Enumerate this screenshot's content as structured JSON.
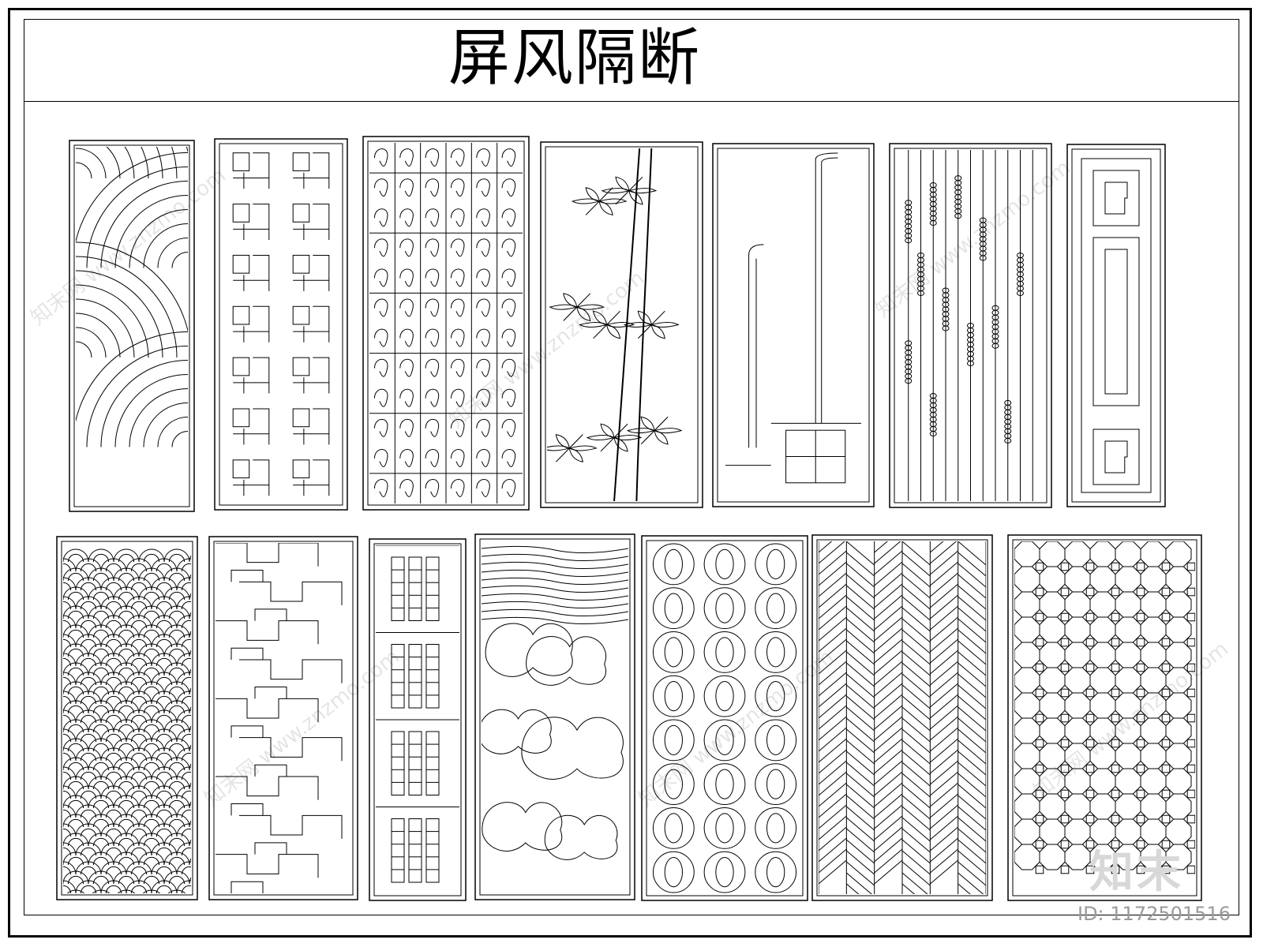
{
  "title": "屏风隔断",
  "watermark_text": "知末网 www.znzmo.com",
  "brand_mark": "知末",
  "id_label": "ID: 1172501516",
  "colors": {
    "line": "#000000",
    "background": "#ffffff",
    "watermark": "#cccccc"
  },
  "panels": [
    {
      "name": "panel-cloud-swirl",
      "pattern": "swirl"
    },
    {
      "name": "panel-seal-characters",
      "pattern": "seal-script"
    },
    {
      "name": "panel-ruyi-lattice",
      "pattern": "ruyi-grid"
    },
    {
      "name": "panel-bamboo",
      "pattern": "bamboo"
    },
    {
      "name": "panel-minimal-lines",
      "pattern": "minimal"
    },
    {
      "name": "panel-bead-strings",
      "pattern": "beads"
    },
    {
      "name": "panel-fret-border",
      "pattern": "fret"
    },
    {
      "name": "panel-wave-scales",
      "pattern": "scales"
    },
    {
      "name": "panel-interlocking-fret",
      "pattern": "interlock"
    },
    {
      "name": "panel-bar-slots",
      "pattern": "bars"
    },
    {
      "name": "panel-landscape-cloud",
      "pattern": "landscape"
    },
    {
      "name": "panel-coin-circles",
      "pattern": "coins"
    },
    {
      "name": "panel-herringbone",
      "pattern": "herringbone"
    },
    {
      "name": "panel-octagon-lattice",
      "pattern": "octagon"
    }
  ]
}
